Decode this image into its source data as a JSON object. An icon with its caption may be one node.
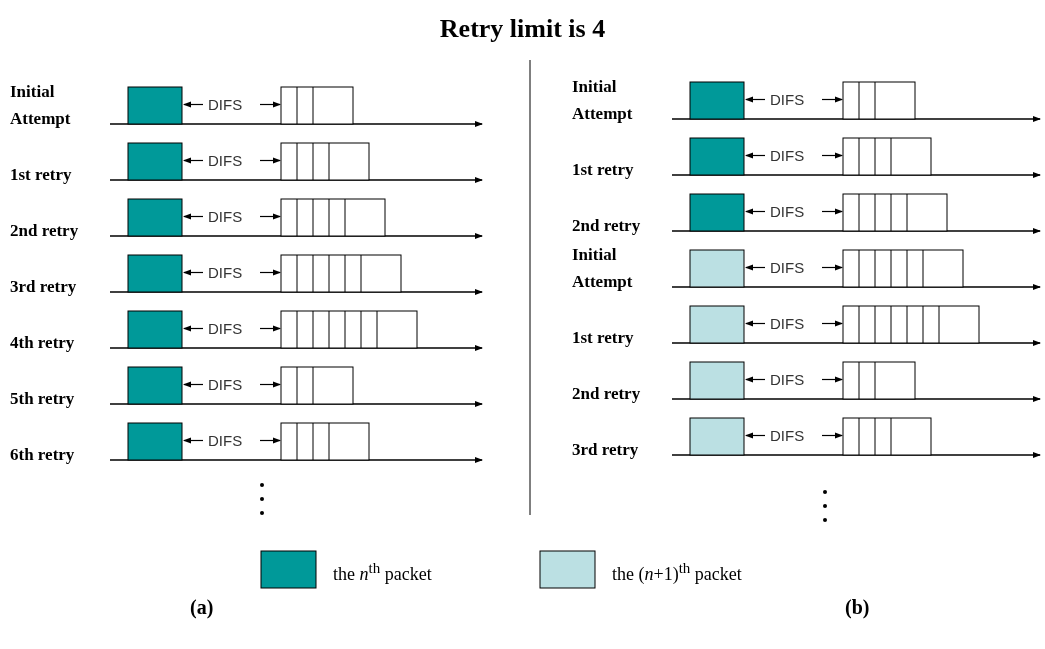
{
  "diagram": {
    "title": "Retry limit is 4",
    "labels": [
      "Initial Attempt",
      "DIFS",
      "1st retry",
      "DIFS",
      "2nd retry",
      "DIFS",
      "3rd retry",
      "DIFS",
      "4th retry",
      "DIFS",
      "5th retry",
      "DIFS",
      "6th retry",
      "DIFS",
      "Initial Attempt",
      "DIFS",
      "1st retry",
      "DIFS",
      "2nd retry",
      "DIFS",
      "Initial Attempt",
      "DIFS",
      "1st retry",
      "DIFS",
      "2nd retry",
      "DIFS",
      "3rd retry",
      "DIFS",
      "(a)",
      "(b)"
    ],
    "legend": [
      {
        "text": "the *n*$^{th}$ packet",
        "color": "#009999"
      },
      {
        "text": "the (*n*+1)$^{th}$ packet",
        "color": "#bbe0e3"
      }
    ]
  }
}
